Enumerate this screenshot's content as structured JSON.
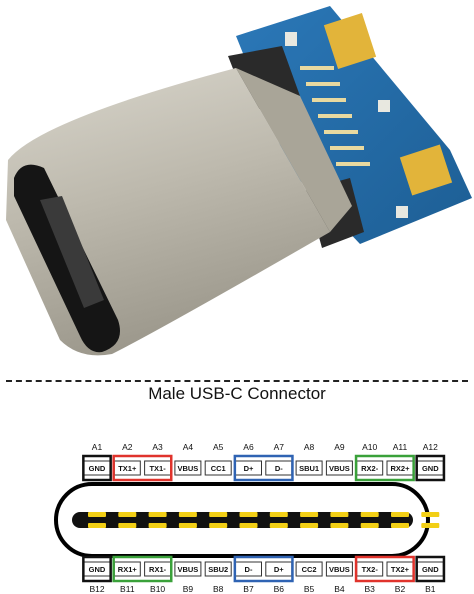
{
  "title": "Male USB-C Connector",
  "colors": {
    "group_black": "#111111",
    "group_red": "#e0332c",
    "group_blue": "#2f63b3",
    "group_green": "#3aa13a",
    "contact_gold": "#f2cf16"
  },
  "row_a": [
    {
      "id": "A1",
      "signal": "GND",
      "group": "black"
    },
    {
      "id": "A2",
      "signal": "TX1+",
      "group": "red"
    },
    {
      "id": "A3",
      "signal": "TX1-",
      "group": "red"
    },
    {
      "id": "A4",
      "signal": "VBUS",
      "group": "none"
    },
    {
      "id": "A5",
      "signal": "CC1",
      "group": "none"
    },
    {
      "id": "A6",
      "signal": "D+",
      "group": "blue"
    },
    {
      "id": "A7",
      "signal": "D-",
      "group": "blue"
    },
    {
      "id": "A8",
      "signal": "SBU1",
      "group": "none"
    },
    {
      "id": "A9",
      "signal": "VBUS",
      "group": "none"
    },
    {
      "id": "A10",
      "signal": "RX2-",
      "group": "green"
    },
    {
      "id": "A11",
      "signal": "RX2+",
      "group": "green"
    },
    {
      "id": "A12",
      "signal": "GND",
      "group": "black"
    }
  ],
  "row_b": [
    {
      "id": "B12",
      "signal": "GND",
      "group": "black"
    },
    {
      "id": "B11",
      "signal": "RX1+",
      "group": "green"
    },
    {
      "id": "B10",
      "signal": "RX1-",
      "group": "green"
    },
    {
      "id": "B9",
      "signal": "VBUS",
      "group": "none"
    },
    {
      "id": "B8",
      "signal": "SBU2",
      "group": "none"
    },
    {
      "id": "B7",
      "signal": "D-",
      "group": "blue"
    },
    {
      "id": "B6",
      "signal": "D+",
      "group": "blue"
    },
    {
      "id": "B5",
      "signal": "CC2",
      "group": "none"
    },
    {
      "id": "B4",
      "signal": "VBUS",
      "group": "none"
    },
    {
      "id": "B3",
      "signal": "TX2-",
      "group": "red"
    },
    {
      "id": "B2",
      "signal": "TX2+",
      "group": "red"
    },
    {
      "id": "B1",
      "signal": "GND",
      "group": "black"
    }
  ]
}
